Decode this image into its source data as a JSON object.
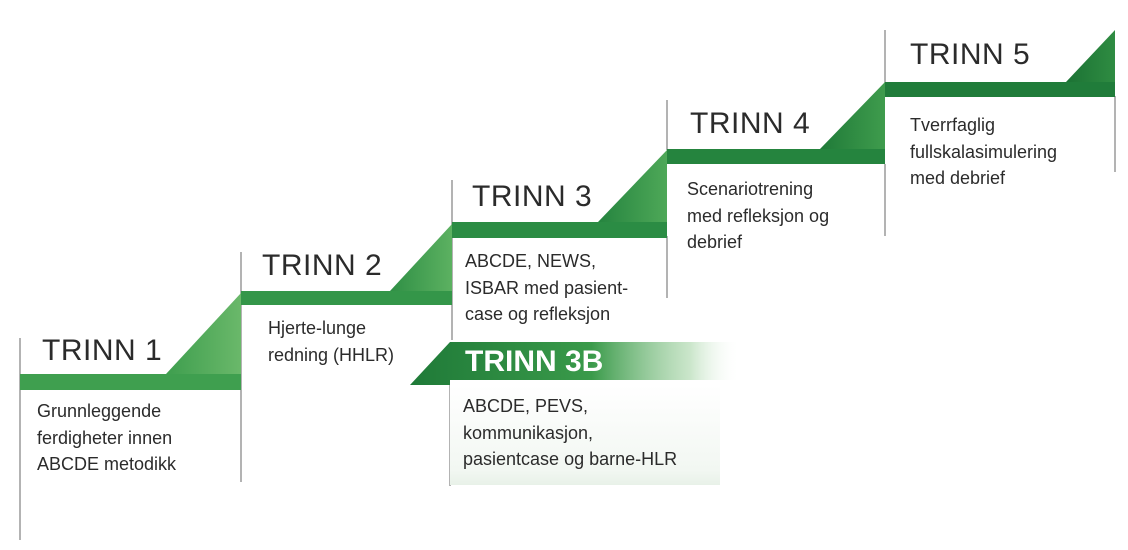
{
  "steps": [
    {
      "title": "TRINN 1",
      "description": "Grunnleggende\nferdigheter innen\nABCDE metodikk"
    },
    {
      "title": "TRINN 2",
      "description": "Hjerte-lunge\nredning (HHLR)"
    },
    {
      "title": "TRINN 3",
      "description": "ABCDE, NEWS,\nISBAR med pasient-\ncase og refleksjon"
    },
    {
      "title": "TRINN 3B",
      "description": "ABCDE, PEVS,\nkommunikasjon,\npasientcase og barne-HLR"
    },
    {
      "title": "TRINN 4",
      "description": "Scenariotrening\nmed refleksjon og\ndebrief"
    },
    {
      "title": "TRINN 5",
      "description": "Tverrfaglig\nfullskalasimulering\nmed debrief"
    }
  ],
  "colors": {
    "green_dark": "#1f7a38",
    "green_mid": "#2f8f45",
    "green_light": "#5cb161",
    "line_gray": "#8a8a8a",
    "text": "#2b2b2b"
  }
}
